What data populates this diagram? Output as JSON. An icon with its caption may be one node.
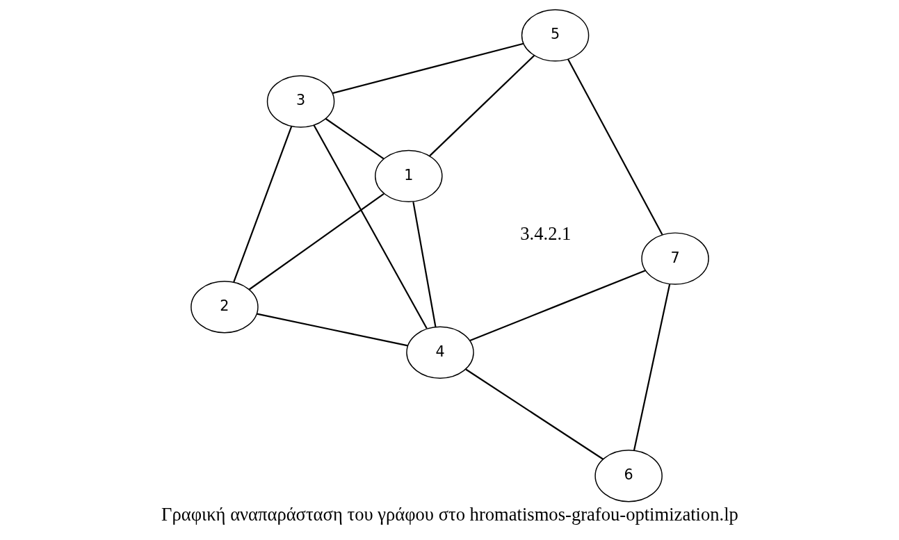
{
  "diagram": {
    "caption": "Γραφική αναπαράσταση του γράφου στο hromatismos-grafou-optimization.lp",
    "nodes": [
      {
        "text": [
          "7"
        ]
      },
      {
        "text": [
          "5"
        ]
      },
      {
        "text": [
          "4"
        ]
      },
      {
        "text": [
          "3"
        ]
      },
      {
        "text": [
          "6"
        ]
      },
      {
        "text": [
          "1"
        ]
      },
      {
        "text": [
          "2"
        ]
      }
    ],
    "edges": [
      {
        "from": 1,
        "to": 0,
        "arrow": "none"
      },
      {
        "from": 0,
        "to": 2,
        "arrow": "none"
      },
      {
        "from": 0,
        "to": 4,
        "arrow": "none"
      },
      {
        "from": 1,
        "to": 5,
        "arrow": "none"
      },
      {
        "from": 1,
        "to": 3,
        "arrow": "none"
      },
      {
        "from": 2,
        "to": 5,
        "arrow": "none"
      },
      {
        "from": 2,
        "to": 3,
        "arrow": "none"
      },
      {
        "from": 2,
        "to": 6,
        "arrow": "none"
      },
      {
        "from": 2,
        "to": 4,
        "arrow": "none"
      },
      {
        "from": 5,
        "to": 3,
        "arrow": "none"
      },
      {
        "from": 5,
        "to": 6,
        "arrow": "none"
      },
      {
        "from": 3,
        "to": 6,
        "arrow": "none"
      }
    ],
    "labels": [
      "3.4.2.1"
    ]
  }
}
